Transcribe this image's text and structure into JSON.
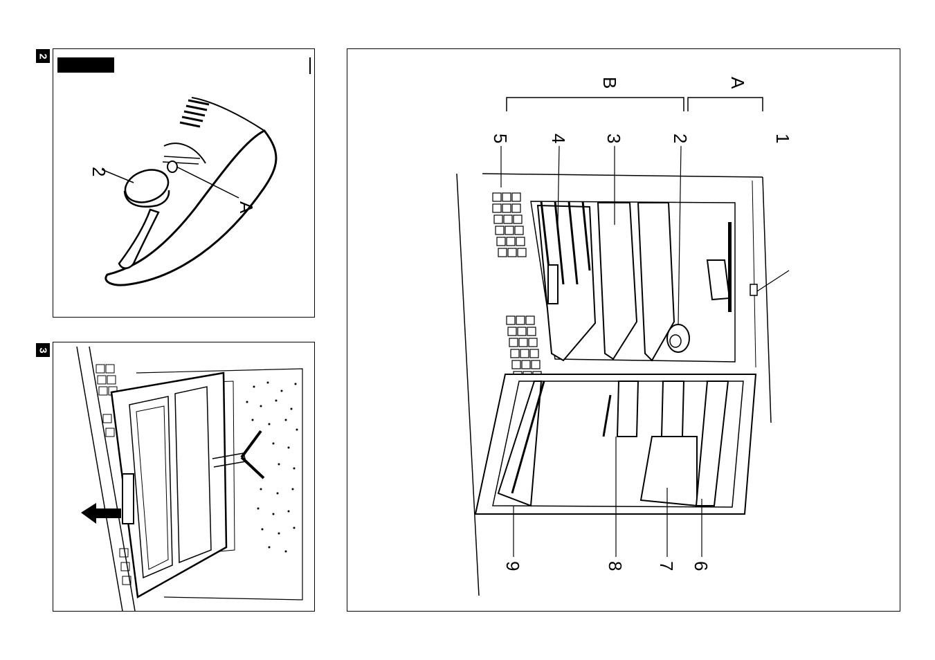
{
  "figures": [
    {
      "badge": "2",
      "labels": {
        "knob": "2",
        "indicator": "A"
      }
    },
    {
      "badge": "3"
    },
    {
      "groups": {
        "a": "A",
        "b": "B"
      },
      "callouts": [
        "1",
        "2",
        "3",
        "4",
        "5",
        "6",
        "7",
        "8",
        "9"
      ]
    }
  ],
  "icons": [
    "arrow-left-icon"
  ]
}
